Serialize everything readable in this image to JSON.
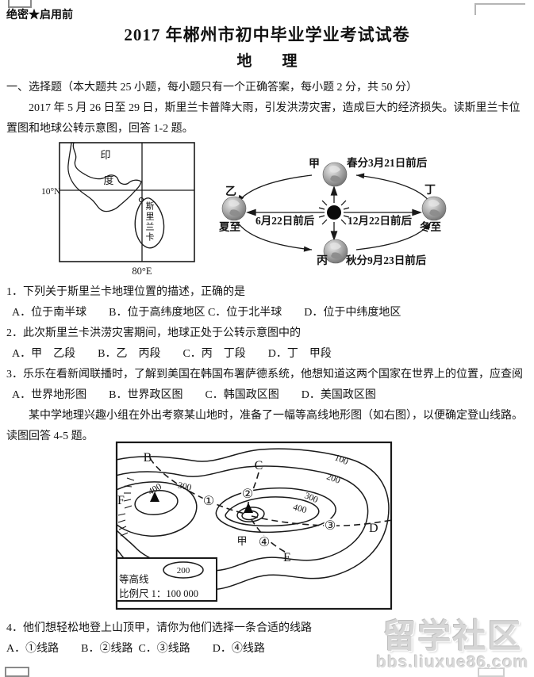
{
  "header": {
    "classification": "绝密★启用前",
    "title": "2017 年郴州市初中毕业学业考试试卷",
    "subject": "地　　理"
  },
  "section": {
    "heading": "一、选择题（本大题共 25 小题，每小题只有一个正确答案，每小题 2 分，共 50 分）"
  },
  "intro": {
    "line1": "　　2017 年 5 月 26 日至 29 日，斯里兰卡普降大雨，引发洪涝灾害，造成巨大的经济损失。读斯里兰卡位",
    "line2": "置图和地球公转示意图，回答 1-2 题。"
  },
  "questions": {
    "q1_stem": "1．下列关于斯里兰卡地理位置的描述，正确的是",
    "q1_options": "  A．位于南半球　　B．位于高纬度地区 C．位于北半球　　D．位于中纬度地区",
    "q2_stem": "2．此次斯里兰卡洪涝灾害期间，地球正处于公转示意图中的",
    "q2_options": "  A．甲　乙段　　B．乙　丙段　　C．丙　丁段　　D．丁　甲段",
    "q3_stem": "3．乐乐在看新闻联播时，了解到美国在韩国布署萨德系统，他想知道这两个国家在世界上的位置，应查阅",
    "q3_options": "  A．世界地形图　　B．世界政区图　　C．韩国政区图　　D．美国政区图",
    "bridge_line1": "　　某中学地理兴趣小组在外出考察某山地时，准备了一幅等高线地形图（如右图），以便确定登山线路。",
    "bridge_line2": "读图回答 4-5 题。",
    "q4_stem": "4．他们想轻松地登上山顶甲，请你为他们选择一条合适的线路",
    "q4_options": "A．①线路　　B．②线路  C．③线路　　D．④线路"
  },
  "map_figure": {
    "country_label_1": "印",
    "country_label_2": "度",
    "island_label": "斯里兰卡",
    "latitude_label": "10°N",
    "longitude_label": "80°E"
  },
  "orbit_figure": {
    "pos_top": "甲",
    "pos_left": "乙",
    "pos_bottom": "丙",
    "pos_right": "丁",
    "equinox_spring": "春分3月21日前后",
    "equinox_autumn": "秋分9月23日前后",
    "solstice_summer": "夏至",
    "solstice_winter": "冬至",
    "date_left": "6月22日前后",
    "date_right": "12月22日前后"
  },
  "contour_figure": {
    "point_b": "B",
    "point_c": "C",
    "point_d": "D",
    "point_e": "E",
    "point_f": "F",
    "peak_label": "甲",
    "route_1": "①",
    "route_2": "②",
    "route_3": "③",
    "route_4": "④",
    "elev_100": "100",
    "elev_200": "200",
    "elev_300_right": "300",
    "elev_400_right": "400",
    "elev_300_left": "300",
    "elev_400_left": "400",
    "legend_contour_label": "等高线",
    "legend_contour_value": "200",
    "legend_scale": "比例尺 1：100 000"
  },
  "watermark": {
    "line1": "留学社区",
    "line2": "bbs.liuxue86.com"
  }
}
